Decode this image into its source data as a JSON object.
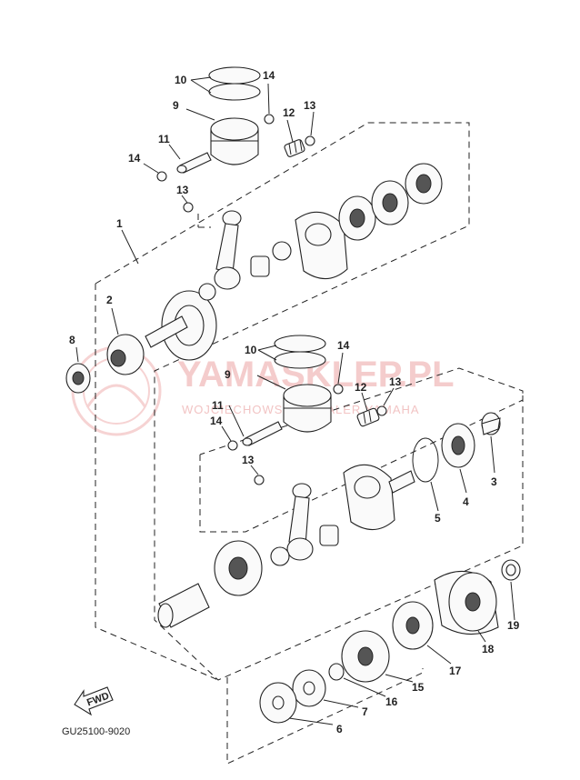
{
  "diagram": {
    "callouts": [
      "1",
      "2",
      "3",
      "4",
      "5",
      "6",
      "7",
      "8",
      "9",
      "10",
      "11",
      "12",
      "13",
      "14",
      "15",
      "16",
      "17",
      "18",
      "19"
    ],
    "code": "GU25100-9020",
    "fwd_label": "FWD",
    "watermark": {
      "title": "YAMASKLEP.PL",
      "subtitle": "WOJCIECHOWSKI | DEALER YAMAHA"
    }
  }
}
